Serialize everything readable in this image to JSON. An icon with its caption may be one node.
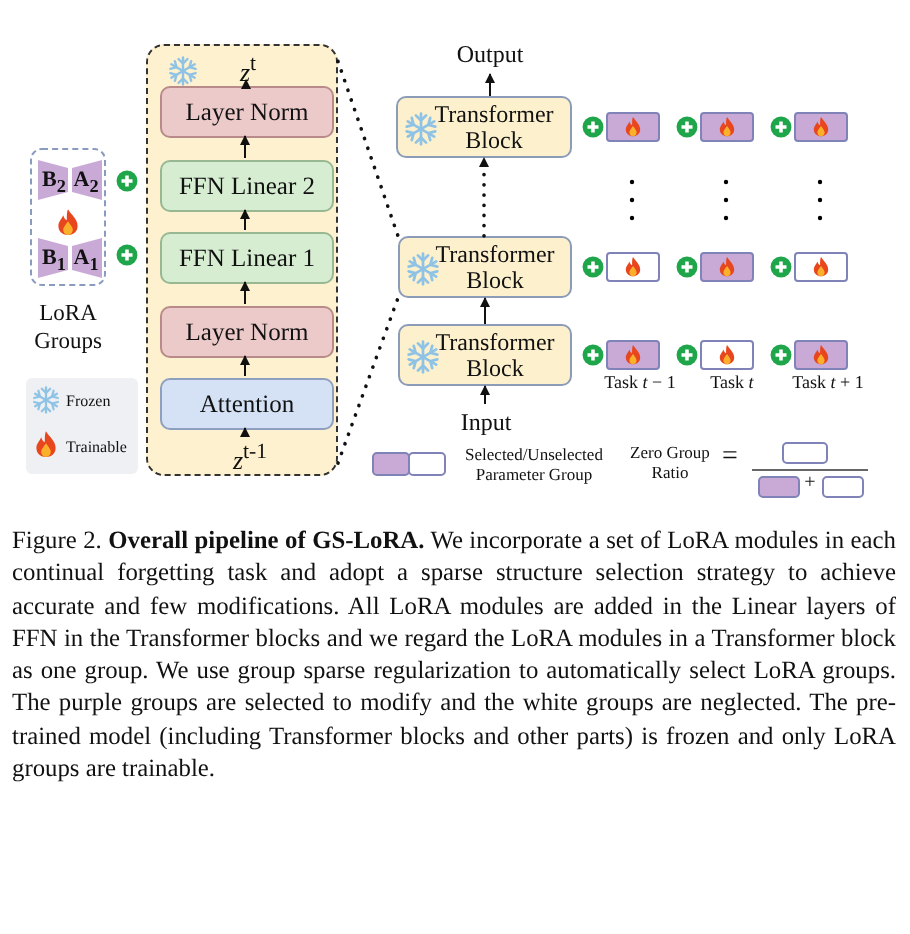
{
  "diagram": {
    "caption": "Figure 2. **Overall pipeline of GS-LoRA.** We incorporate a set of LoRA modules in each continual forgetting task and adopt a sparse structure selection strategy to achieve accurate and few modifications. All LoRA modules are added in the Linear layers of FFN in the Transformer blocks and we regard the LoRA modules in a Transformer block as one group. We use group sparse regularization to automatically select LoRA groups. The purple groups are selected to modify and the white groups are neglected. The pre-trained model (including Transformer blocks and other parts) is frozen and only LoRA groups are trainable.",
    "nodes": [
      {
        "text": [],
        "shape": "box"
      },
      {
        "text": [
          "*z*$^{t}$"
        ],
        "in": 0
      },
      {
        "text": [
          "Layer Norm"
        ],
        "in": 0
      },
      {
        "text": [
          "FFN Linear 2"
        ],
        "in": 0
      },
      {
        "text": [
          "FFN Linear 1"
        ],
        "in": 0
      },
      {
        "text": [
          "Layer Norm"
        ],
        "in": 0
      },
      {
        "text": [
          "Attention"
        ],
        "in": 0
      },
      {
        "text": [
          "*z*$^{t-1}$"
        ],
        "in": 0
      },
      {
        "text": [
          "LoRA Groups"
        ]
      },
      {
        "text": [
          "B$_{2}$",
          "A$_{2}$"
        ],
        "in": 8
      },
      {
        "text": [
          "B$_{1}$",
          "A$_{1}$"
        ],
        "in": 8
      },
      {
        "text": [
          "Output"
        ]
      },
      {
        "text": [
          "Transformer Block"
        ]
      },
      {
        "text": [
          "Transformer Block"
        ]
      },
      {
        "text": [
          "Transformer Block"
        ]
      },
      {
        "text": [
          "Input"
        ]
      }
    ],
    "edges": [
      {
        "from": 7,
        "to": 6,
        "arrow": "to"
      },
      {
        "from": 6,
        "to": 5,
        "arrow": "to"
      },
      {
        "from": 5,
        "to": 4,
        "arrow": "to"
      },
      {
        "from": 4,
        "to": 3,
        "arrow": "to"
      },
      {
        "from": 3,
        "to": 2,
        "arrow": "to"
      },
      {
        "from": 2,
        "to": 1,
        "arrow": "to"
      },
      {
        "from": 15,
        "to": 14,
        "arrow": "to"
      },
      {
        "from": 14,
        "to": 13,
        "arrow": "to"
      },
      {
        "from": 13,
        "to": 12,
        "arrow": "to",
        "style": "dashed"
      },
      {
        "from": 12,
        "to": 11,
        "arrow": "to"
      },
      {
        "from": 0,
        "to": 13,
        "arrow": "none",
        "style": "dashed"
      },
      {
        "from": 0,
        "to": 13,
        "arrow": "none",
        "style": "dashed"
      }
    ],
    "labels": [
      "Task *t* − 1",
      "Task *t*",
      "Task *t* + 1",
      "Zero Group Ratio",
      "=",
      "+"
    ],
    "legend": [
      {
        "text": "Frozen"
      },
      {
        "text": "Trainable"
      },
      {
        "text": "Selected/Unselected Parameter Group"
      }
    ]
  }
}
